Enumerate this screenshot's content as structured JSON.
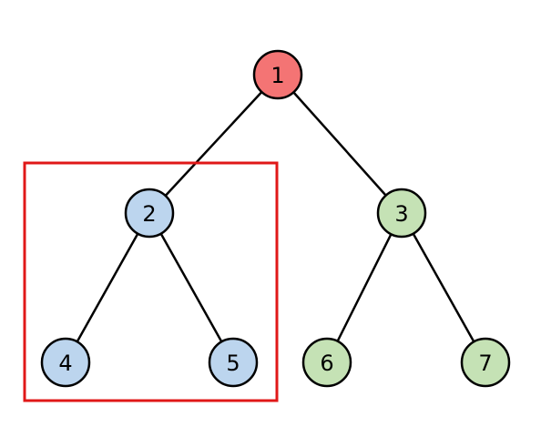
{
  "diagram": {
    "type": "binary-tree",
    "colors": {
      "root": "#f47474",
      "left_subtree": "#bcd5ee",
      "right_subtree": "#c5e2b5",
      "highlight": "#e01818"
    },
    "nodes": [
      {
        "id": "1",
        "label": "1",
        "group": "root"
      },
      {
        "id": "2",
        "label": "2",
        "group": "left_subtree"
      },
      {
        "id": "3",
        "label": "3",
        "group": "right_subtree"
      },
      {
        "id": "4",
        "label": "4",
        "group": "left_subtree"
      },
      {
        "id": "5",
        "label": "5",
        "group": "left_subtree"
      },
      {
        "id": "6",
        "label": "6",
        "group": "right_subtree"
      },
      {
        "id": "7",
        "label": "7",
        "group": "right_subtree"
      }
    ],
    "edges": [
      {
        "from": "1",
        "to": "2"
      },
      {
        "from": "1",
        "to": "3"
      },
      {
        "from": "2",
        "to": "4"
      },
      {
        "from": "2",
        "to": "5"
      },
      {
        "from": "3",
        "to": "6"
      },
      {
        "from": "3",
        "to": "7"
      }
    ],
    "highlighted_subtree_root": "2"
  }
}
